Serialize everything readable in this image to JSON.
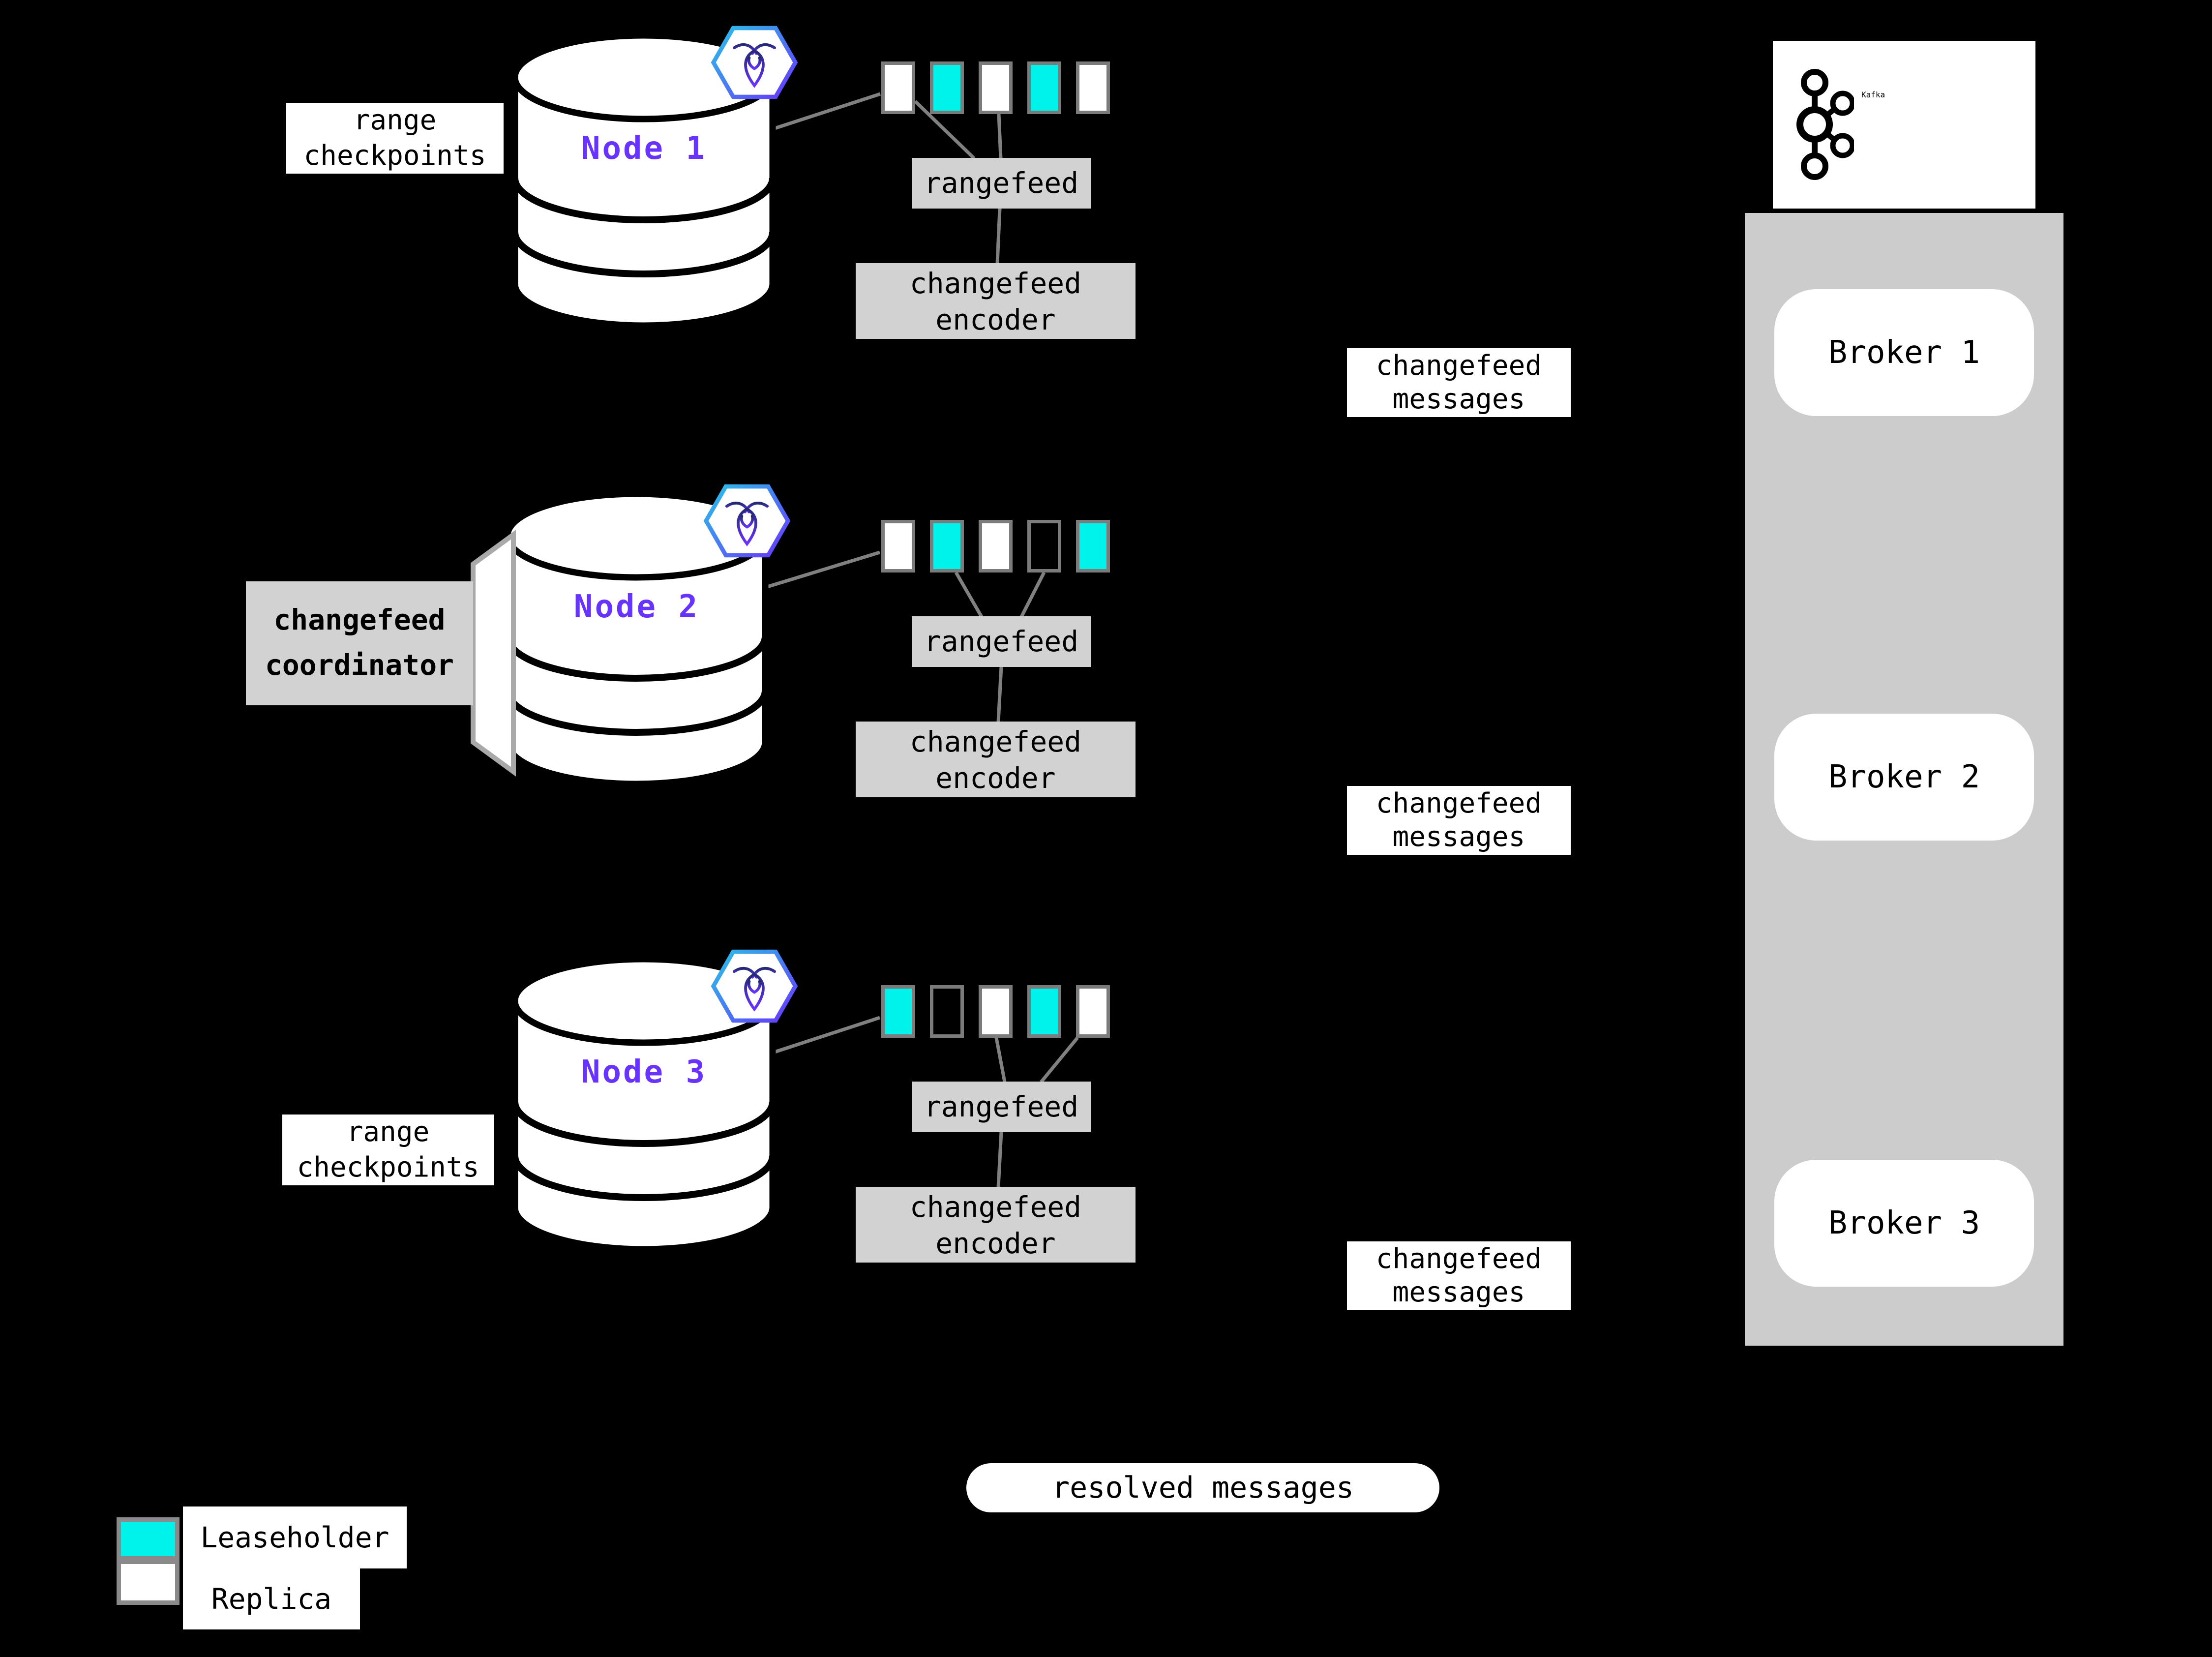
{
  "diagram": {
    "title_hint": "CockroachDB changefeed to Kafka architecture",
    "colors": {
      "background": "#000000",
      "leaseholder": "#00f3ea",
      "replica": "#ffffff",
      "node_label_purple": "#6933ff",
      "process_box_gray": "#d2d2d2",
      "kafka_container_gray": "#cccccc",
      "connector_gray": "#808080",
      "box_border_gray": "#7b7b7b",
      "hex_gradient_start": "#29c4e8",
      "hex_gradient_end": "#6933ff"
    },
    "nodes": [
      {
        "label": "Node 1",
        "ranges": [
          "replica",
          "leaseholder",
          "replica",
          "leaseholder",
          "replica"
        ],
        "rangefeed_label": "rangefeed",
        "encoder_label": "changefeed encoder"
      },
      {
        "label": "Node 2",
        "ranges": [
          "replica",
          "leaseholder",
          "replica",
          "empty",
          "leaseholder"
        ],
        "rangefeed_label": "rangefeed",
        "encoder_label": "changefeed encoder"
      },
      {
        "label": "Node 3",
        "ranges": [
          "leaseholder",
          "empty",
          "replica",
          "leaseholder",
          "replica"
        ],
        "rangefeed_label": "rangefeed",
        "encoder_label": "changefeed encoder"
      }
    ],
    "labels": {
      "range_checkpoints": "range checkpoints",
      "changefeed_coordinator": "changefeed coordinator",
      "changefeed_messages": "changefeed messages",
      "resolved_messages": "resolved messages"
    },
    "kafka": {
      "title": "Kafka",
      "brokers": [
        "Broker 1",
        "Broker 2",
        "Broker 3"
      ]
    },
    "legend": [
      {
        "label": "Leaseholder",
        "kind": "leaseholder"
      },
      {
        "label": "Replica",
        "kind": "replica"
      }
    ]
  }
}
